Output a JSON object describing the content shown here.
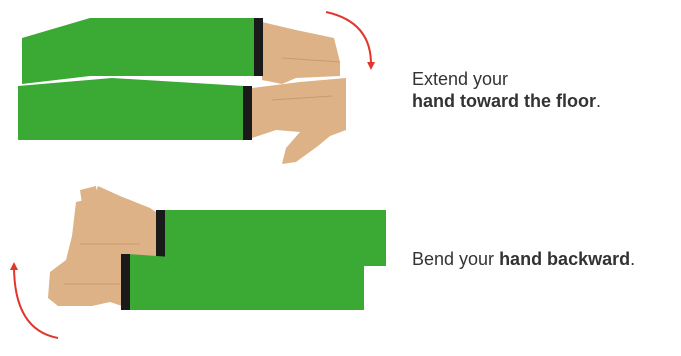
{
  "steps": [
    {
      "caption_prefix": "Extend your",
      "caption_bold": "hand toward the floor",
      "caption_suffix": "."
    },
    {
      "caption_prefix": "Bend your ",
      "caption_bold": "hand backward",
      "caption_suffix": "."
    }
  ],
  "colors": {
    "sleeve": "#3aaa35",
    "skin": "#deb287",
    "cuff": "#1a1a1a",
    "arrow": "#e0362c",
    "text": "#333333"
  },
  "icons": [
    "curved-arrow-icon"
  ]
}
